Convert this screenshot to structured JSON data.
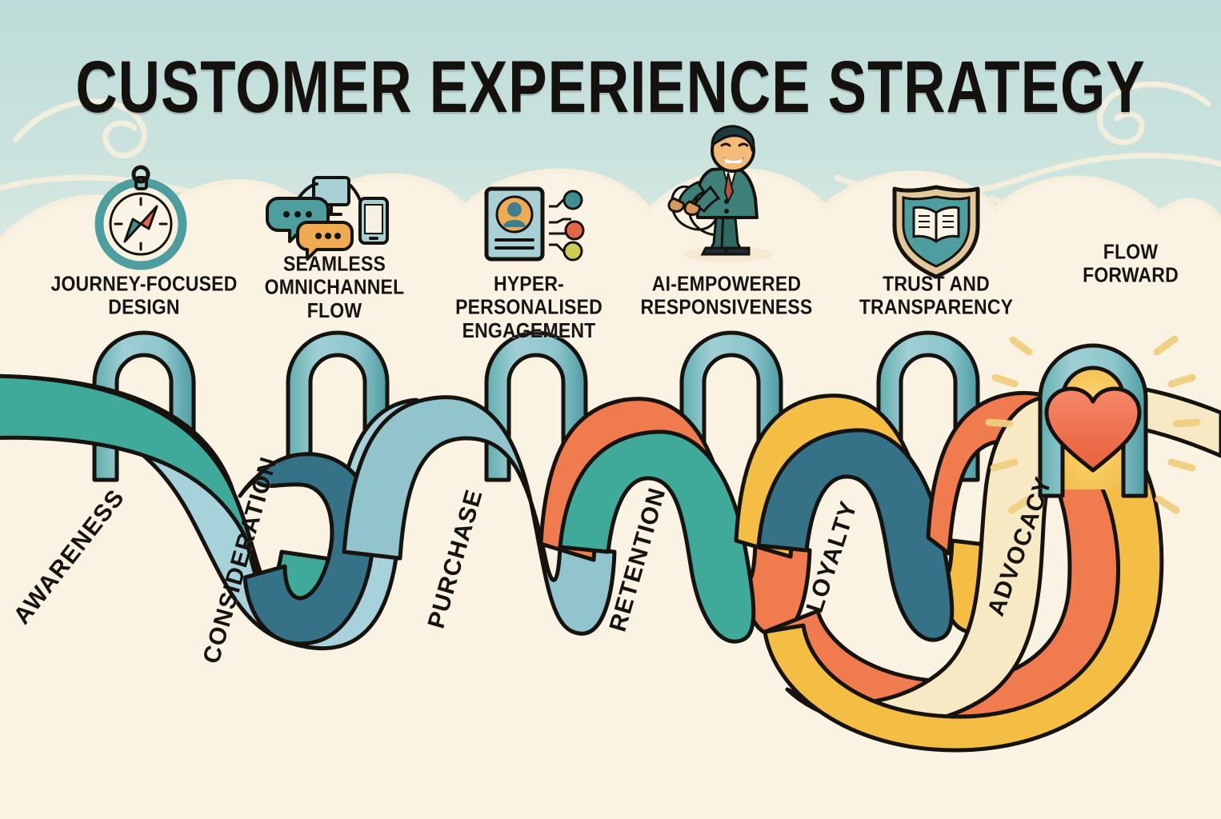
{
  "header": {
    "title": "CUSTOMER EXPERIENCE STRATEGY"
  },
  "palette": {
    "sky": "#c3dedb",
    "cloud_cream": "#faf3e3",
    "ink": "#16130f",
    "teal": "#3fa99a",
    "teal_dark": "#2e8c86",
    "light_blue": "#92c4ce",
    "steel_blue": "#357287",
    "orange": "#ef7b4e",
    "gold": "#f4bd44",
    "ivory": "#f6e9c4",
    "coral_heart": "#ef7047",
    "glow_gold": "#f8cc62",
    "arch_teal": "#5aa8ab",
    "arch_light": "#a9d3d7"
  },
  "pillars": [
    {
      "id": "journey-focused-design",
      "icon": "compass-icon",
      "label_lines": [
        "JOURNEY-FOCUSED",
        "DESIGN"
      ],
      "label": "JOURNEY-FOCUSED DESIGN"
    },
    {
      "id": "seamless-omnichannel-flow",
      "icon": "omnichannel-devices-icon",
      "label_lines": [
        "SEAMLESS",
        "OMNICHANNEL",
        "FLOW"
      ],
      "label": "SEAMLESS OMNICHANNEL FLOW"
    },
    {
      "id": "hyper-personalised-engagement",
      "icon": "profile-card-icon",
      "label_lines": [
        "HYPER-PERSONALISED",
        "ENGAGEMENT"
      ],
      "label": "HYPER-PERSONALISED ENGAGEMENT"
    },
    {
      "id": "ai-empowered-responsiveness",
      "icon": "businessman-loop-icon",
      "label_lines": [
        "AI-EMPOWERED",
        "RESPONSIVENESS"
      ],
      "label": "AI-EMPOWERED RESPONSIVENESS"
    },
    {
      "id": "trust-and-transparency",
      "icon": "shield-book-icon",
      "label_lines": [
        "TRUST AND",
        "TRANSPARENCY"
      ],
      "label": "TRUST AND TRANSPARENCY"
    },
    {
      "id": "flow-forward",
      "icon": "heart-arch-icon",
      "label_lines": [
        "FLOW",
        "FORWARD"
      ],
      "label": "FLOW FORWARD"
    }
  ],
  "journey_stages": [
    {
      "id": "awareness",
      "label": "AWARENESS",
      "color": "#3fa99a"
    },
    {
      "id": "consideration",
      "label": "CONSIDERATION",
      "color": "#92c4ce"
    },
    {
      "id": "purchase",
      "label": "PURCHASE",
      "color": "#ef7b4e"
    },
    {
      "id": "retention",
      "label": "RETENTION",
      "color": "#f4bd44"
    },
    {
      "id": "loyalty",
      "label": "LOYALTY",
      "color": "#ef7b4e"
    },
    {
      "id": "advocacy",
      "label": "ADVOCACY",
      "color": "#f6e9c4"
    }
  ]
}
